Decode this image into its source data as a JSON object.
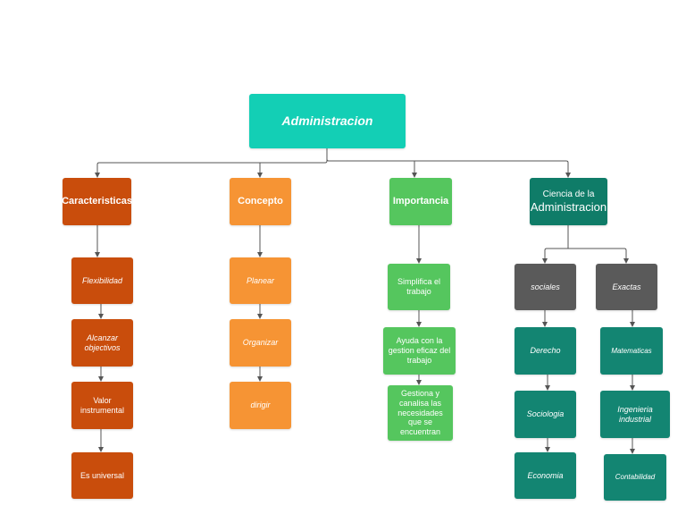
{
  "root": {
    "label": "Administracion",
    "color": "#13cfb5"
  },
  "branches": {
    "caracteristicas": {
      "label": "Caracteristicas",
      "color": "#c94d0c",
      "items": [
        "Flexibilidad",
        "Alcanzar objectivos",
        "Valor instrumental",
        "Es universal"
      ]
    },
    "concepto": {
      "label": "Concepto",
      "color": "#f69434",
      "items": [
        "Planear",
        "Organizar",
        "dirigir"
      ]
    },
    "importancia": {
      "label": "Importancia",
      "color": "#55c65e",
      "items": [
        "Simplifica el trabajo",
        "Ayuda con la gestion eficaz del trabajo",
        "Gestiona y canalisa las necesidades que se encuentran"
      ]
    },
    "ciencia": {
      "label_line1": "Ciencia de la",
      "label_line2": "Administracion",
      "color": "#0f7c68",
      "sociales": {
        "label": "sociales",
        "items": [
          "Derecho",
          "Sociologia",
          "Economia"
        ]
      },
      "exactas": {
        "label": "Exactas",
        "items": [
          "Matematicas",
          "Ingenieria industrial",
          "Contabilidad"
        ]
      }
    }
  },
  "connector_color": "#555555"
}
